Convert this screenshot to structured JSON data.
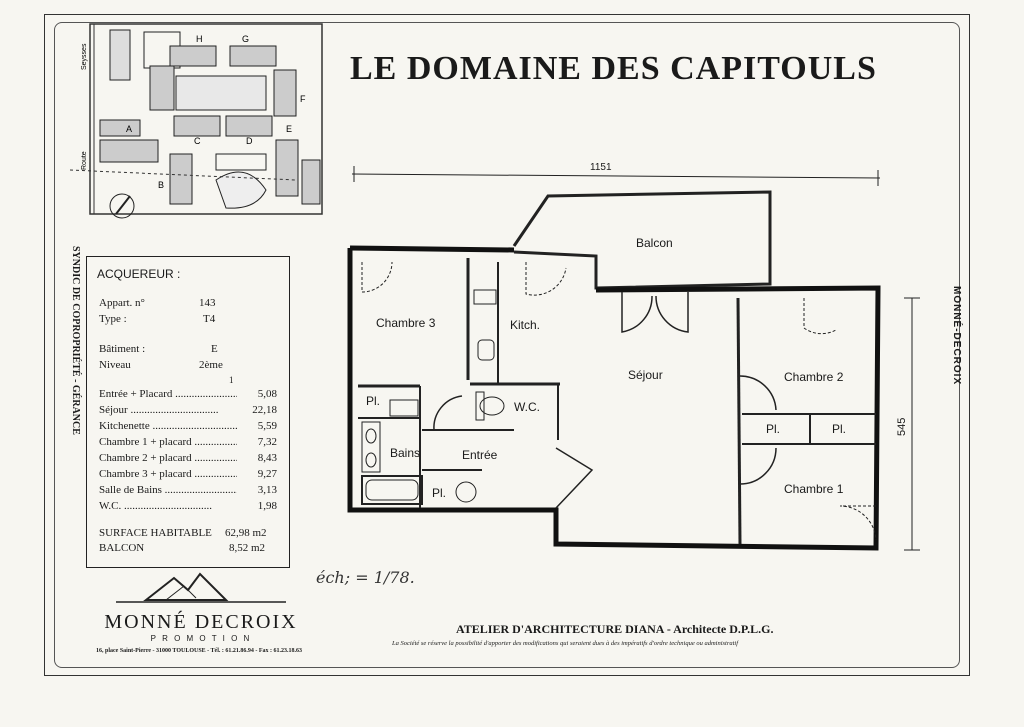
{
  "title": "LE DOMAINE DES CAPITOULS",
  "dimensions": {
    "width_label": "1151",
    "height_label": "545"
  },
  "site_labels": {
    "buildings": [
      "A",
      "B",
      "C",
      "D",
      "E",
      "F",
      "G",
      "H"
    ],
    "streets": [
      "Seysses",
      "Route"
    ]
  },
  "side_text": "SYNDIC DE COPROPRIÉTÉ - GÉRANCE",
  "right_side_text": "MONNÉ-DECROIX",
  "acquereur": {
    "heading": "ACQUEREUR :",
    "appart_label": "Appart. n°",
    "appart_value": "143",
    "type_label": "Type :",
    "type_value": "T4",
    "batiment_label": "Bâtiment :",
    "batiment_value": "E",
    "niveau_label": "Niveau",
    "niveau_value": "2ème",
    "unit_mark": "1",
    "surfaces": [
      {
        "name": "Entrée + Placard",
        "value": "5,08"
      },
      {
        "name": "Séjour",
        "value": "22,18"
      },
      {
        "name": "Kitchenette",
        "value": "5,59"
      },
      {
        "name": "Chambre 1 + placard",
        "value": "7,32"
      },
      {
        "name": "Chambre 2 + placard",
        "value": "8,43"
      },
      {
        "name": "Chambre 3 + placard",
        "value": "9,27"
      },
      {
        "name": "Salle de Bains",
        "value": "3,13"
      },
      {
        "name": "W.C.",
        "value": "1,98"
      }
    ],
    "surface_habitable_label": "SURFACE HABITABLE",
    "surface_habitable_value": "62,98 m2",
    "balcon_label": "BALCON",
    "balcon_value": "8,52 m2"
  },
  "rooms": {
    "balcon": "Balcon",
    "chambre3": "Chambre 3",
    "kitch": "Kitch.",
    "sejour": "Séjour",
    "chambre2": "Chambre 2",
    "chambre1": "Chambre 1",
    "wc": "W.C.",
    "bains": "Bains",
    "entree": "Entrée",
    "pl": "Pl."
  },
  "scale_note": "éch; = 1/78.",
  "logo": {
    "name": "MONNÉ DECROIX",
    "sub": "P R O M O T I O N"
  },
  "logo_address": "16, place Saint-Pierre - 31000 TOULOUSE - Tél. : 61.21.86.94 - Fax : 61.23.18.63",
  "architect": "ATELIER D'ARCHITECTURE DIANA - Architecte D.P.L.G.",
  "disclaimer": "La Société se réserve la possibilité d'apporter des modifications qui seraient dues à des impératifs d'ordre technique ou administratif"
}
